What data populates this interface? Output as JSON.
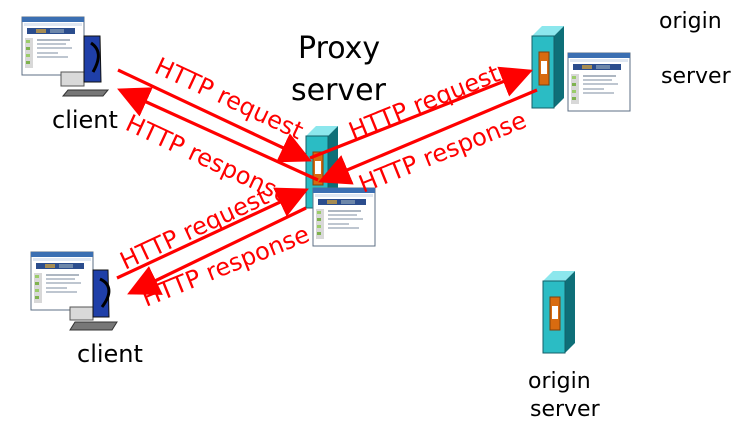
{
  "colors": {
    "arrow": "#ff0000",
    "server_teal": "#2bbcc4",
    "server_dark": "#0e6f78",
    "screen_blue": "#1f3fa8",
    "text": "#000000"
  },
  "nodes": {
    "proxy_label_line1": "Proxy",
    "proxy_label_line2": "server",
    "client_top_label": "client",
    "client_bottom_label": "client",
    "origin_top_label_line1": "origin",
    "origin_top_label_line2": "server",
    "origin_bottom_label_line1": "origin",
    "origin_bottom_label_line2": "server"
  },
  "edges": {
    "top_client_request": "HTTP request",
    "top_client_response": "HTTP response",
    "origin_request": "HTTP request",
    "origin_response": "HTTP response",
    "bottom_client_request": "HTTP request",
    "bottom_client_response": "HTTP response"
  },
  "icons": {
    "client_computer": "desktop-computer-icon",
    "server": "server-tower-icon",
    "web_page": "web-page-thumbnail-icon"
  }
}
